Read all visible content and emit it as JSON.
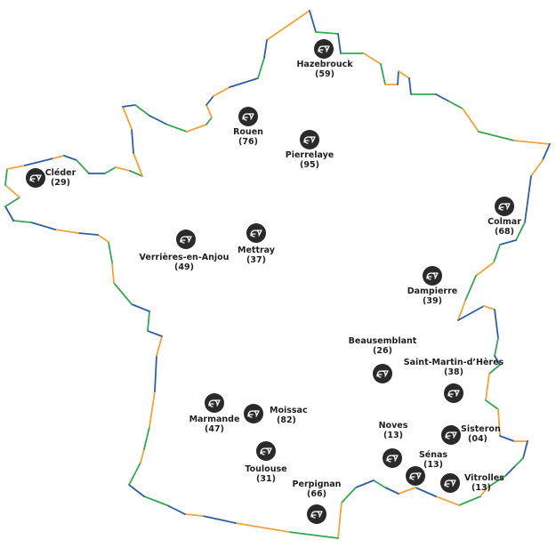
{
  "map": {
    "border_colors": [
      "#f4a23a",
      "#2e5ea8",
      "#34a853"
    ],
    "pin_color": "#2a2a2a",
    "pin_icon": "company-logo-icon",
    "locations": [
      {
        "id": "hazebrouck",
        "name": "Hazebrouck",
        "code": "(59)"
      },
      {
        "id": "rouen",
        "name": "Rouen",
        "code": "(76)"
      },
      {
        "id": "pierrelaye",
        "name": "Pierrelaye",
        "code": "(95)"
      },
      {
        "id": "cleder",
        "name": "Cléder",
        "code": "(29)"
      },
      {
        "id": "colmar",
        "name": "Colmar",
        "code": "(68)"
      },
      {
        "id": "verrieres-en-anjou",
        "name": "Verrières-en-Anjou",
        "code": "(49)"
      },
      {
        "id": "mettray",
        "name": "Mettray",
        "code": "(37)"
      },
      {
        "id": "dampierre",
        "name": "Dampierre",
        "code": "(39)"
      },
      {
        "id": "beausemblant",
        "name": "Beausemblant",
        "code": "(26)"
      },
      {
        "id": "saint-martin-dheres",
        "name": "Saint-Martin-d’Hères",
        "code": "(38)"
      },
      {
        "id": "marmande",
        "name": "Marmande",
        "code": "(47)"
      },
      {
        "id": "moissac",
        "name": "Moissac",
        "code": "(82)"
      },
      {
        "id": "noves",
        "name": "Noves",
        "code": "(13)"
      },
      {
        "id": "sisteron",
        "name": "Sisteron",
        "code": "(04)"
      },
      {
        "id": "senas",
        "name": "Sénas",
        "code": "(13)"
      },
      {
        "id": "toulouse",
        "name": "Toulouse",
        "code": "(31)"
      },
      {
        "id": "vitrolles",
        "name": "Vitrolles",
        "code": "(13)"
      },
      {
        "id": "perpignan",
        "name": "Perpignan",
        "code": "(66)"
      }
    ]
  }
}
